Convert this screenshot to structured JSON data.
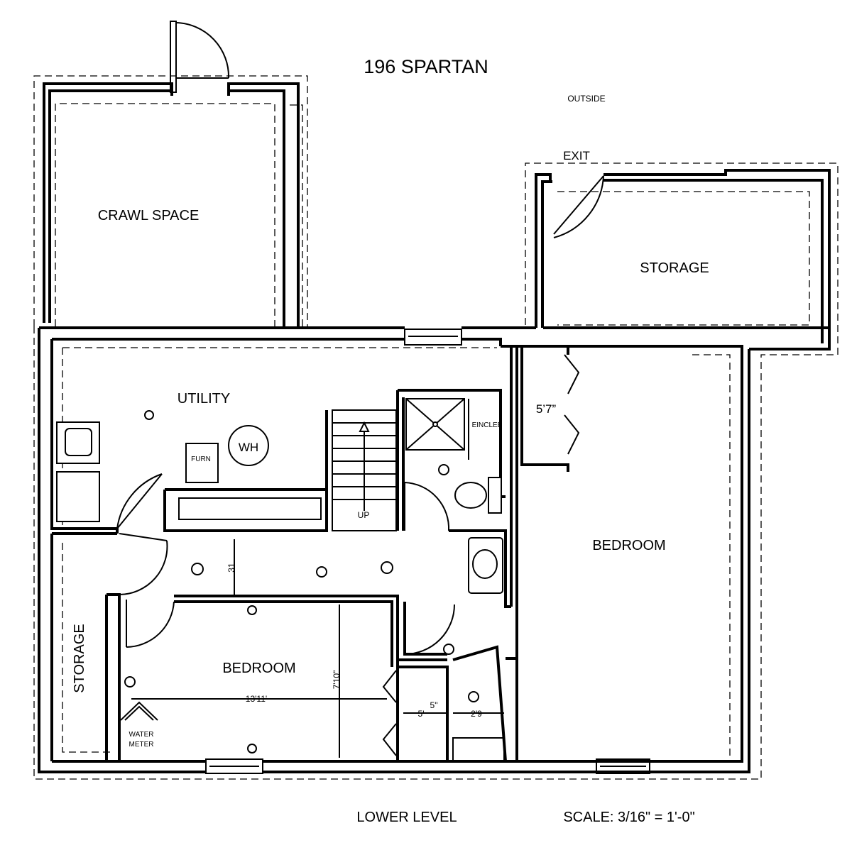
{
  "title": "196 SPARTAN",
  "labels": {
    "outside": "OUTSIDE",
    "exit": "EXIT",
    "crawl_space": "CRAWL SPACE",
    "storage_top": "STORAGE",
    "utility": "UTILITY",
    "wh": "WH",
    "furn": "FURN",
    "up": "UP",
    "enclee": "EINCLEE",
    "bedroom_right": "BEDROOM",
    "bedroom_left": "BEDROOM",
    "storage_left": "STORAGE",
    "water_meter_line1": "WATER",
    "water_meter_line2": "METER"
  },
  "dimensions": {
    "closet_width": "5’7”",
    "hall_width": "31",
    "bedroom_width": "13'11'",
    "bedroom_depth": "7'10\"",
    "closet_5": "5'",
    "closet_5in": "5\"",
    "closet_29": "2'9"
  },
  "footer": {
    "level": "LOWER LEVEL",
    "scale": "SCALE: 3/16\" = 1'-0\""
  }
}
